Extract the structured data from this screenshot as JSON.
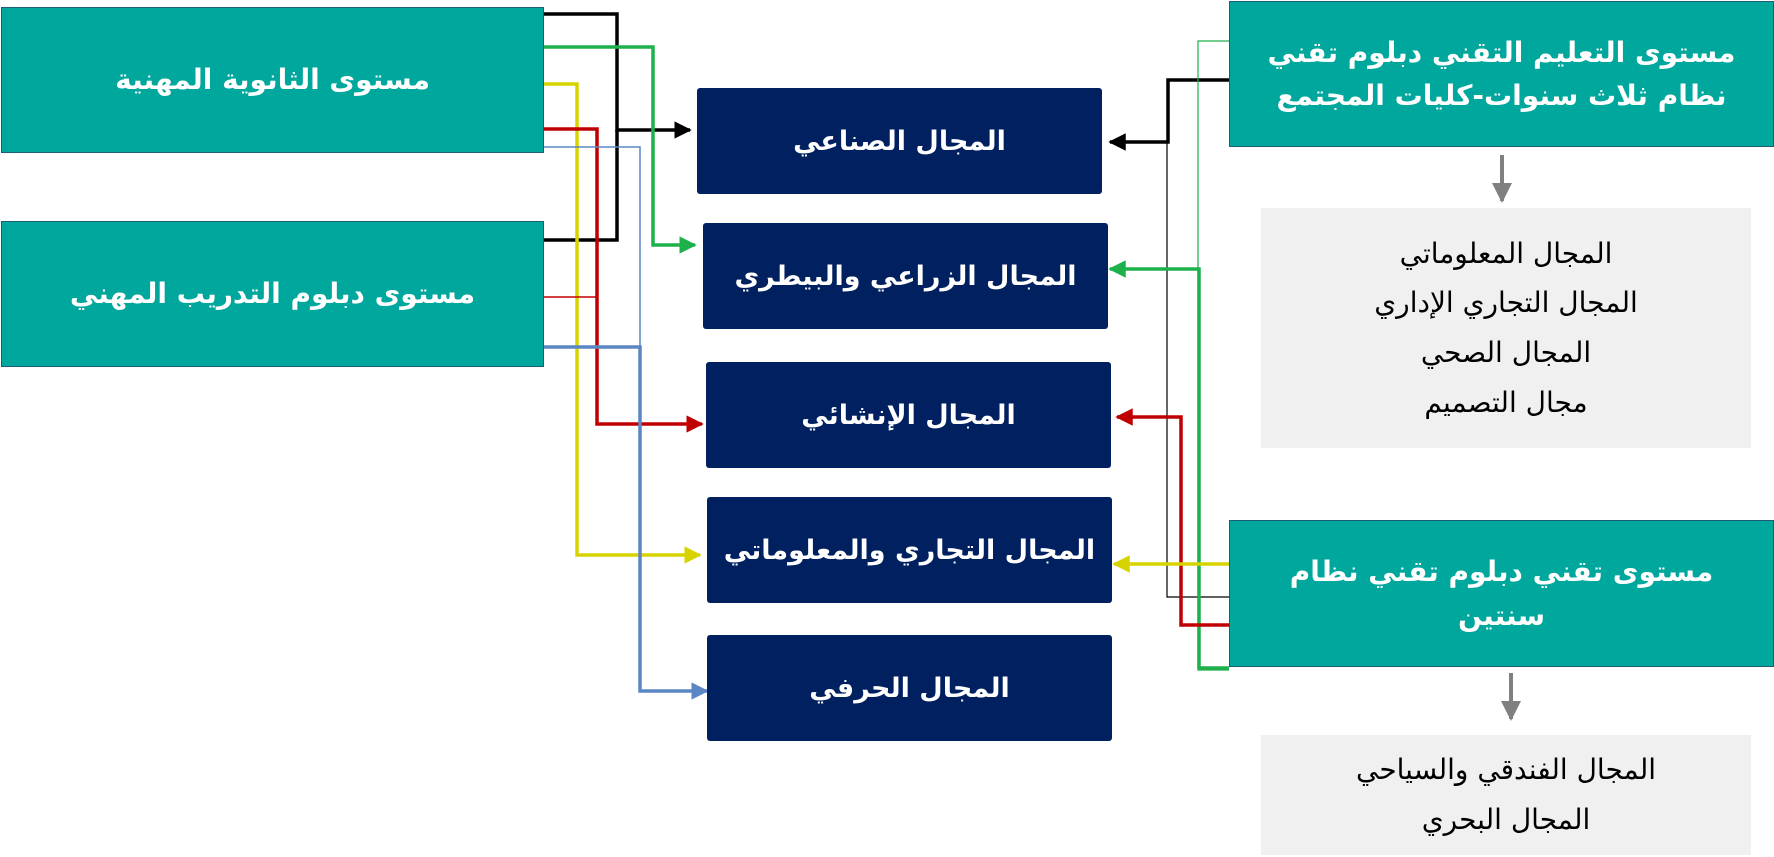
{
  "left_levels": [
    {
      "id": "secondary",
      "label": "مستوى الثانوية المهنية"
    },
    {
      "id": "vocational",
      "label": "مستوى دبلوم التدريب المهني"
    }
  ],
  "right_levels": [
    {
      "id": "technical3",
      "line1": "مستوى التعليم التقني دبلوم تقني",
      "line2": "نظام ثلاث سنوات-كليات المجتمع"
    },
    {
      "id": "technical2",
      "line1": "مستوى تقني دبلوم تقني نظام سنتين"
    }
  ],
  "fields": [
    {
      "id": "industrial",
      "label": "المجال الصناعي"
    },
    {
      "id": "agricultural",
      "label": "المجال الزراعي والبيطري"
    },
    {
      "id": "construction",
      "label": "المجال الإنشائي"
    },
    {
      "id": "commercial",
      "label": "المجال التجاري والمعلوماتي"
    },
    {
      "id": "crafts",
      "label": "المجال الحرفي"
    }
  ],
  "technical3_extra_fields": [
    "المجال المعلوماتي",
    "المجال التجاري الإداري",
    "المجال الصحي",
    "مجال التصميم"
  ],
  "technical2_extra_fields": [
    "المجال الفندقي والسياحي",
    "المجال البحري"
  ],
  "colors": {
    "level_fill": "#00a79d",
    "field_fill": "#002060",
    "sublist_fill": "#f0f0f0",
    "black": "#000000",
    "green": "#1db14b",
    "yellow": "#d7d300",
    "red": "#c00000",
    "blue": "#5b86c4",
    "gray_arrow": "#808080"
  }
}
